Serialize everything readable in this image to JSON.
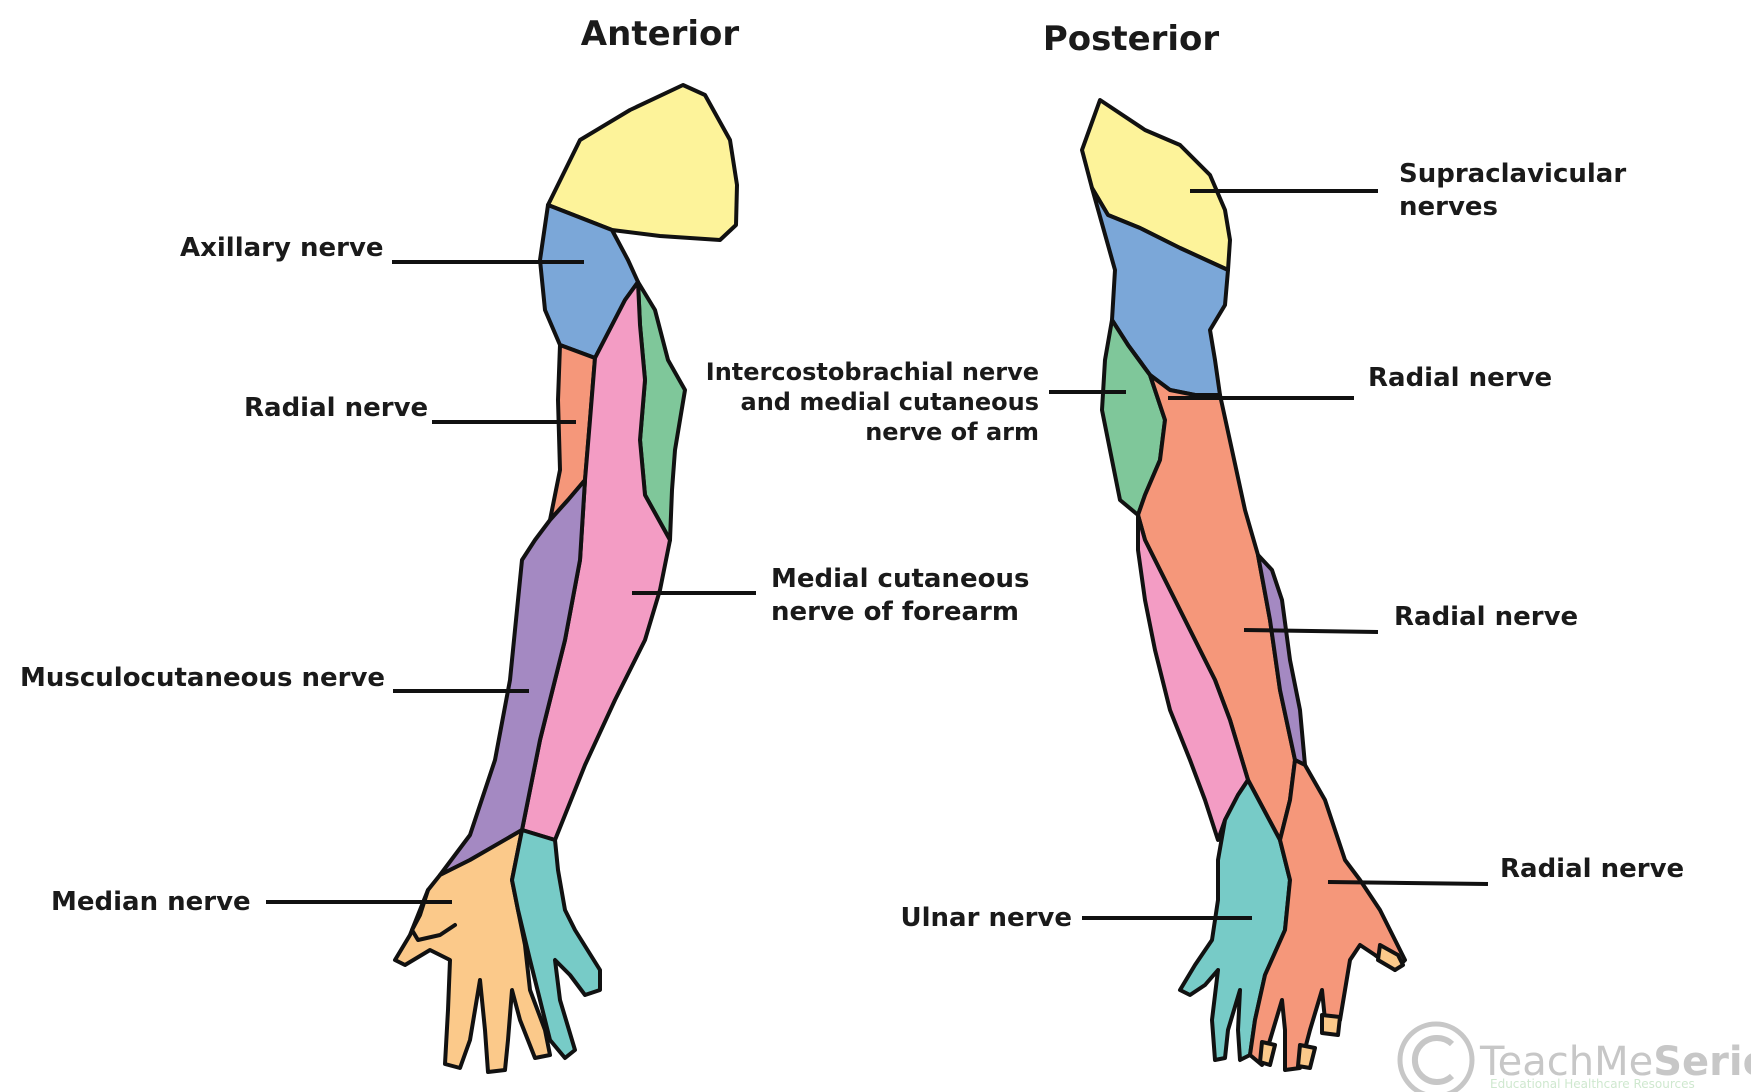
{
  "colors": {
    "supraclavicular": "#fdf39a",
    "axillary": "#7ba7d8",
    "radial": "#f5977a",
    "intercostobrachial": "#7fc79a",
    "musculocutaneous": "#a489c2",
    "medial_cutaneous_forearm": "#f39cc4",
    "median": "#fbc98a",
    "ulnar": "#77cbc7"
  },
  "headings": {
    "anterior": "Anterior",
    "posterior": "Posterior"
  },
  "anterior_labels": {
    "axillary": "Axillary nerve",
    "radial": "Radial nerve",
    "medial_cutaneous_forearm_line1": "Medial cutaneous",
    "medial_cutaneous_forearm_line2": "nerve of forearm",
    "musculocutaneous": "Musculocutaneous nerve",
    "median": "Median nerve"
  },
  "posterior_labels": {
    "supraclavicular_line1": "Supraclavicular",
    "supraclavicular_line2": "nerves",
    "intercostobrachial_line1": "Intercostobrachial nerve",
    "intercostobrachial_line2": "and medial cutaneous",
    "intercostobrachial_line3": "nerve of arm",
    "radial_upper": "Radial nerve",
    "radial_middle": "Radial nerve",
    "ulnar": "Ulnar nerve",
    "radial_hand": "Radial nerve"
  },
  "watermark": {
    "brand_plain": "TeachMe",
    "brand_bold": "Series",
    "tagline": "Educational Healthcare Resources"
  }
}
